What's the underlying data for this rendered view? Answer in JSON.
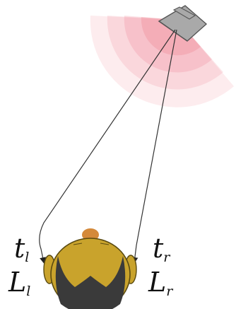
{
  "labels": {
    "left_time": {
      "main": "t",
      "sub": "l"
    },
    "left_level": {
      "main": "L",
      "sub": "l"
    },
    "right_time": {
      "main": "t",
      "sub": "r"
    },
    "right_level": {
      "main": "L",
      "sub": "r"
    }
  },
  "colors": {
    "sound_wave": "#e8435a",
    "speaker_body": "#a9a9a9",
    "speaker_outline": "#555555",
    "head_skin": "#c9a32c",
    "head_outline": "#5a4a10",
    "hair": "#3a3a3a",
    "nose": "#d4893a",
    "ray_line": "#333333"
  }
}
